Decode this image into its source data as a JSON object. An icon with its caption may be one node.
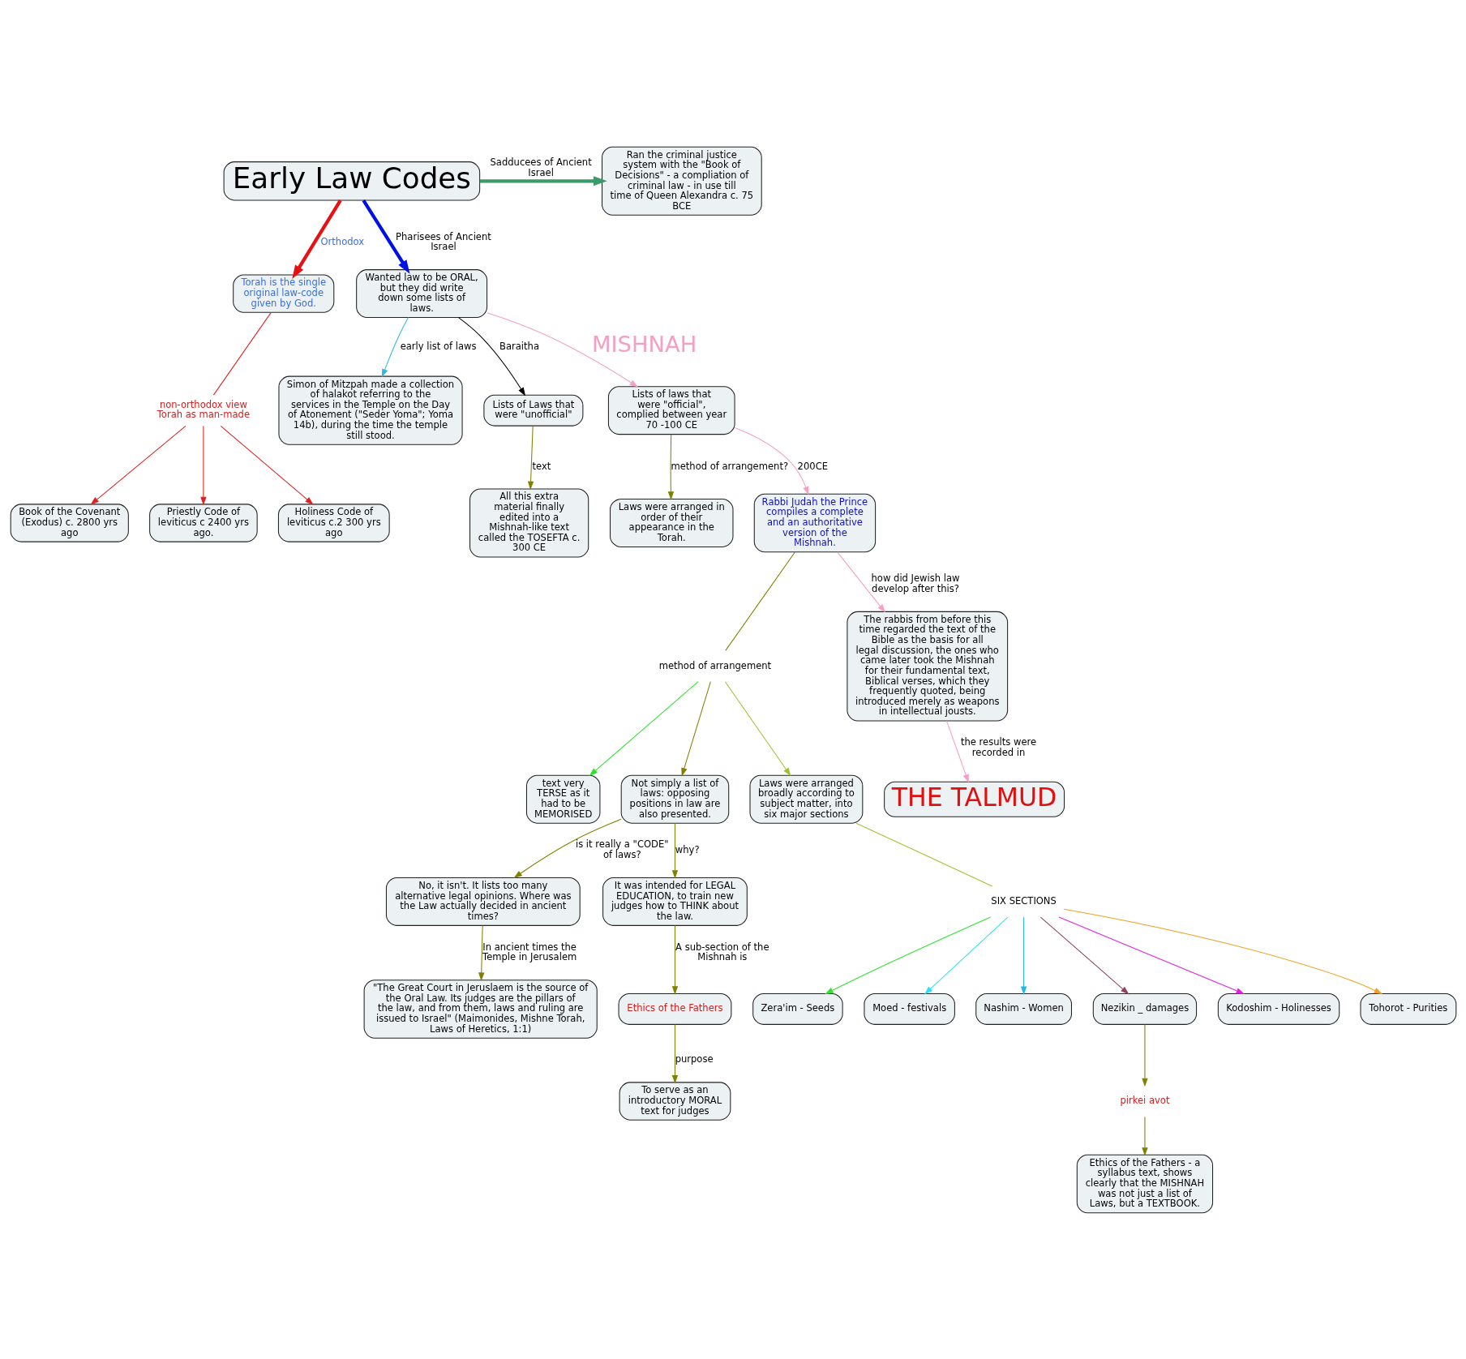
{
  "diagram": {
    "nodes": [
      {
        "text": [
          "Early Law Codes"
        ]
      },
      {
        "text": [
          "Torah is the single original law-code given by God."
        ]
      },
      {
        "text": [
          "non-orthodox view Torah as man-made"
        ]
      },
      {
        "text": [
          "Book of the Covenant (Exodus) c. 2800 yrs ago"
        ]
      },
      {
        "text": [
          "Priestly Code of leviticus c 2400 yrs ago."
        ]
      },
      {
        "text": [
          "Holiness Code of leviticus c.2 300 yrs ago"
        ]
      },
      {
        "text": [
          "Ran the criminal justice system with the \"Book of Decisions\" - a compliation of criminal law - in use till time of Queen Alexandra c. 75 BCE"
        ]
      },
      {
        "text": [
          "Wanted law to be ORAL, but they did write down some lists of laws."
        ]
      },
      {
        "text": [
          "Simon of Mitzpah made a collection of halakot referring to the services in the Temple on the Day of Atonement (\"Seder Yoma\"; Yoma 14b), during the time the temple still stood."
        ]
      },
      {
        "text": [
          "Lists of Laws that were \"unofficial\""
        ]
      },
      {
        "text": [
          "All this extra material finally edited into a Mishnah-like text called the TOSEFTA c. 300 CE"
        ]
      },
      {
        "text": [
          "Lists of laws that were \"official\", complied between year 70 -100 CE"
        ]
      },
      {
        "text": [
          "Laws were arranged in order of their appearance in the Torah."
        ]
      },
      {
        "text": [
          "Rabbi Judah the Prince compiles a complete and an authoritative version of the Mishnah."
        ]
      },
      {
        "text": [
          "method of arrangement"
        ]
      },
      {
        "text": [
          "The rabbis from before this time regarded the text of the Bible as the basis for all legal discussion, the ones who came later took the Mishnah for their fundamental text, Biblical verses, which they frequently quoted, being introduced merely as weapons in intellectual jousts."
        ]
      },
      {
        "text": [
          "THE TALMUD"
        ]
      },
      {
        "text": [
          "text very TERSE as it had to be MEMORISED"
        ]
      },
      {
        "text": [
          "Not simply a list of laws: opposing positions in law are also presented."
        ]
      },
      {
        "text": [
          "Laws were arranged broadly according to subject matter, into six major sections"
        ]
      },
      {
        "text": [
          "No, it isn't. It lists too many alternative legal opinions. Where was the Law actually decided in ancient times?"
        ]
      },
      {
        "text": [
          "It was intended for LEGAL EDUCATION, to train new judges how to THINK about the law."
        ]
      },
      {
        "text": [
          "\"The Great Court in Jeruslaem is the source of the Oral Law. Its judges are the pillars of the law, and from them, laws and ruling are issued to Israel\" (Maimonides, Mishne Torah, Laws of Heretics, 1:1)"
        ]
      },
      {
        "text": [
          "SIX SECTIONS"
        ]
      },
      {
        "text": [
          "Zera'im - Seeds"
        ]
      },
      {
        "text": [
          "Moed - festivals"
        ]
      },
      {
        "text": [
          "Nashim - Women"
        ]
      },
      {
        "text": [
          "Nezikin _ damages"
        ]
      },
      {
        "text": [
          "Kodoshim - Holinesses"
        ]
      },
      {
        "text": [
          "Tohorot - Purities"
        ]
      },
      {
        "text": [
          "pirkei avot"
        ]
      },
      {
        "text": [
          "Ethics of the Fathers"
        ]
      },
      {
        "text": [
          "To serve as an introductory MORAL text for judges"
        ]
      },
      {
        "text": [
          "Ethics of the Fathers - a syllabus text, shows clearly that the MISHNAH was not just a list of Laws, but a TEXTBOOK."
        ]
      }
    ],
    "edges": [
      {
        "from": 0,
        "to": 1,
        "arrow": "to",
        "label": "Orthodox",
        "style": "thick",
        "color": "#e81010"
      },
      {
        "from": 1,
        "to": 2,
        "arrow": "none",
        "color": "#e02020"
      },
      {
        "from": 2,
        "to": 3,
        "arrow": "to",
        "color": "#e02020"
      },
      {
        "from": 2,
        "to": 4,
        "arrow": "to",
        "color": "#e02020"
      },
      {
        "from": 2,
        "to": 5,
        "arrow": "to",
        "color": "#e02020"
      },
      {
        "from": 0,
        "to": 6,
        "arrow": "to",
        "label": "Sadducees of Ancient Israel",
        "style": "thick",
        "color": "#3a9a6a"
      },
      {
        "from": 0,
        "to": 7,
        "arrow": "to",
        "label": "Pharisees of Ancient Israel",
        "style": "thick",
        "color": "#0010e8"
      },
      {
        "from": 7,
        "to": 8,
        "arrow": "to",
        "label": "early list of laws",
        "color": "#30b8e0"
      },
      {
        "from": 7,
        "to": 11,
        "arrow": "to",
        "label": "MISHNAH",
        "color": "#f4a0c4"
      },
      {
        "from": 7,
        "to": 9,
        "arrow": "to",
        "label": "Baraitha",
        "color": "#000000"
      },
      {
        "from": 9,
        "to": 10,
        "arrow": "to",
        "label": "text"
      },
      {
        "from": 11,
        "to": 13,
        "arrow": "to",
        "label": "200CE",
        "color": "#f4a0c4"
      },
      {
        "from": 11,
        "to": 12,
        "arrow": "to",
        "label": "method of arrangement?"
      },
      {
        "from": 13,
        "to": 14,
        "arrow": "none"
      },
      {
        "from": 14,
        "to": 17,
        "arrow": "to",
        "color": "#30e030"
      },
      {
        "from": 14,
        "to": 18,
        "arrow": "to"
      },
      {
        "from": 14,
        "to": 19,
        "arrow": "to",
        "color": "#a0c030"
      },
      {
        "from": 13,
        "to": 15,
        "arrow": "to",
        "label": "how did Jewish law develop after this?",
        "color": "#f4a0c4"
      },
      {
        "from": 15,
        "to": 16,
        "arrow": "to",
        "label": "the results were recorded in",
        "color": "#f4a0c4"
      },
      {
        "from": 18,
        "to": 20,
        "arrow": "to",
        "label": "is it really a \"CODE\" of laws?"
      },
      {
        "from": 18,
        "to": 21,
        "arrow": "to",
        "label": "why?"
      },
      {
        "from": 20,
        "to": 22,
        "arrow": "to",
        "label": "In ancient times the Temple in Jerusalem"
      },
      {
        "from": 21,
        "to": 31,
        "arrow": "to",
        "label": "A sub-section of the Mishnah is"
      },
      {
        "from": 19,
        "to": 23,
        "arrow": "none",
        "color": "#a0c030"
      },
      {
        "from": 23,
        "to": 24,
        "arrow": "to",
        "color": "#30e030"
      },
      {
        "from": 23,
        "to": 25,
        "arrow": "to",
        "color": "#30e0f0"
      },
      {
        "from": 23,
        "to": 26,
        "arrow": "to",
        "color": "#20b8f0"
      },
      {
        "from": 23,
        "to": 27,
        "arrow": "to",
        "color": "#904060"
      },
      {
        "from": 23,
        "to": 28,
        "arrow": "to",
        "color": "#e020e0"
      },
      {
        "from": 23,
        "to": 29,
        "arrow": "to",
        "color": "#f0a020"
      },
      {
        "from": 27,
        "to": 30,
        "arrow": "to"
      },
      {
        "from": 30,
        "to": 33,
        "arrow": "to"
      },
      {
        "from": 31,
        "to": 32,
        "arrow": "to",
        "label": "purpose"
      }
    ]
  }
}
